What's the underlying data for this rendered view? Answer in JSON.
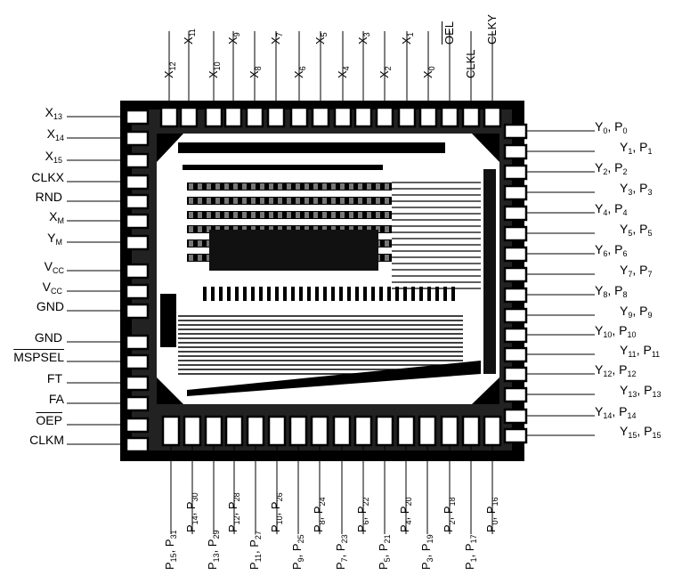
{
  "diagram": {
    "top_pins": [
      "X12",
      "X11",
      "X10",
      "X9",
      "X8",
      "X7",
      "X6",
      "X5",
      "X4",
      "X3",
      "X2",
      "X1",
      "X0",
      "OEL",
      "CLKL",
      "CLKY"
    ],
    "left_pins": [
      "X13",
      "X14",
      "X15",
      "CLKX",
      "RND",
      "XM",
      "YM",
      "VCC",
      "VCC",
      "GND",
      "GND",
      "MSPSEL",
      "FT",
      "FA",
      "OEP",
      "CLKM"
    ],
    "right_pins": [
      "Y0, P0",
      "Y1, P1",
      "Y2, P2",
      "Y3, P3",
      "Y4, P4",
      "Y5, P5",
      "Y6, P6",
      "Y7, P7",
      "Y8, P8",
      "Y9, P9",
      "Y10, P10",
      "Y11, P11",
      "Y12, P12",
      "Y13, P13",
      "Y14, P14",
      "Y15, P15"
    ],
    "bottom_pins": [
      "P15, P31",
      "P14, P30",
      "P13, P29",
      "P12, P28",
      "P11, P27",
      "P10, P26",
      "P9, P25",
      "P8, P24",
      "P7, P23",
      "P6, P22",
      "P5, P21",
      "P4, P20",
      "P3, P19",
      "P2, P18",
      "P1, P17",
      "P0, P16"
    ]
  },
  "labels": {
    "top": [
      {
        "base": "X",
        "sub": "12"
      },
      {
        "base": "X",
        "sub": "11"
      },
      {
        "base": "X",
        "sub": "10"
      },
      {
        "base": "X",
        "sub": "9"
      },
      {
        "base": "X",
        "sub": "8"
      },
      {
        "base": "X",
        "sub": "7"
      },
      {
        "base": "X",
        "sub": "6"
      },
      {
        "base": "X",
        "sub": "5"
      },
      {
        "base": "X",
        "sub": "4"
      },
      {
        "base": "X",
        "sub": "3"
      },
      {
        "base": "X",
        "sub": "2"
      },
      {
        "base": "X",
        "sub": "1"
      },
      {
        "base": "X",
        "sub": "0"
      },
      {
        "base": "OEL",
        "sub": "",
        "over": true
      },
      {
        "base": "CLKL",
        "sub": ""
      },
      {
        "base": "CLKY",
        "sub": ""
      }
    ],
    "left": [
      {
        "base": "X",
        "sub": "13"
      },
      {
        "base": "X",
        "sub": "14"
      },
      {
        "base": "X",
        "sub": "15"
      },
      {
        "base": "CLKX",
        "sub": ""
      },
      {
        "base": "RND",
        "sub": ""
      },
      {
        "base": "X",
        "sub": "M"
      },
      {
        "base": "Y",
        "sub": "M"
      },
      {
        "base": "V",
        "sub": "CC"
      },
      {
        "base": "V",
        "sub": "CC"
      },
      {
        "base": "GND",
        "sub": ""
      },
      {
        "base": "GND",
        "sub": ""
      },
      {
        "base": "MSPSEL",
        "sub": "",
        "over": true
      },
      {
        "base": "FT",
        "sub": ""
      },
      {
        "base": "FA",
        "sub": ""
      },
      {
        "base": "OEP",
        "sub": "",
        "over": true
      },
      {
        "base": "CLKM",
        "sub": ""
      }
    ],
    "right": [
      {
        "a": "Y",
        "as": "0",
        "b": "P",
        "bs": "0"
      },
      {
        "a": "Y",
        "as": "1",
        "b": "P",
        "bs": "1"
      },
      {
        "a": "Y",
        "as": "2",
        "b": "P",
        "bs": "2"
      },
      {
        "a": "Y",
        "as": "3",
        "b": "P",
        "bs": "3"
      },
      {
        "a": "Y",
        "as": "4",
        "b": "P",
        "bs": "4"
      },
      {
        "a": "Y",
        "as": "5",
        "b": "P",
        "bs": "5"
      },
      {
        "a": "Y",
        "as": "6",
        "b": "P",
        "bs": "6"
      },
      {
        "a": "Y",
        "as": "7",
        "b": "P",
        "bs": "7"
      },
      {
        "a": "Y",
        "as": "8",
        "b": "P",
        "bs": "8"
      },
      {
        "a": "Y",
        "as": "9",
        "b": "P",
        "bs": "9"
      },
      {
        "a": "Y",
        "as": "10",
        "b": "P",
        "bs": "10"
      },
      {
        "a": "Y",
        "as": "11",
        "b": "P",
        "bs": "11"
      },
      {
        "a": "Y",
        "as": "12",
        "b": "P",
        "bs": "12"
      },
      {
        "a": "Y",
        "as": "13",
        "b": "P",
        "bs": "13"
      },
      {
        "a": "Y",
        "as": "14",
        "b": "P",
        "bs": "14"
      },
      {
        "a": "Y",
        "as": "15",
        "b": "P",
        "bs": "15"
      }
    ],
    "bottom_outer": [
      {
        "a": "P",
        "as": "15",
        "b": "P",
        "bs": "31"
      },
      {
        "a": "P",
        "as": "13",
        "b": "P",
        "bs": "29"
      },
      {
        "a": "P",
        "as": "11",
        "b": "P",
        "bs": "27"
      },
      {
        "a": "P",
        "as": "9",
        "b": "P",
        "bs": "25"
      },
      {
        "a": "P",
        "as": "7",
        "b": "P",
        "bs": "23"
      },
      {
        "a": "P",
        "as": "5",
        "b": "P",
        "bs": "21"
      },
      {
        "a": "P",
        "as": "3",
        "b": "P",
        "bs": "19"
      },
      {
        "a": "P",
        "as": "1",
        "b": "P",
        "bs": "17"
      }
    ],
    "bottom_inner": [
      {
        "a": "P",
        "as": "14",
        "b": "P",
        "bs": "30"
      },
      {
        "a": "P",
        "as": "12",
        "b": "P",
        "bs": "28"
      },
      {
        "a": "P",
        "as": "10",
        "b": "P",
        "bs": "26"
      },
      {
        "a": "P",
        "as": "8",
        "b": "P",
        "bs": "24"
      },
      {
        "a": "P",
        "as": "6",
        "b": "P",
        "bs": "22"
      },
      {
        "a": "P",
        "as": "4",
        "b": "P",
        "bs": "20"
      },
      {
        "a": "P",
        "as": "2",
        "b": "P",
        "bs": "18"
      },
      {
        "a": "P",
        "as": "0",
        "b": "P",
        "bs": "16"
      }
    ]
  }
}
